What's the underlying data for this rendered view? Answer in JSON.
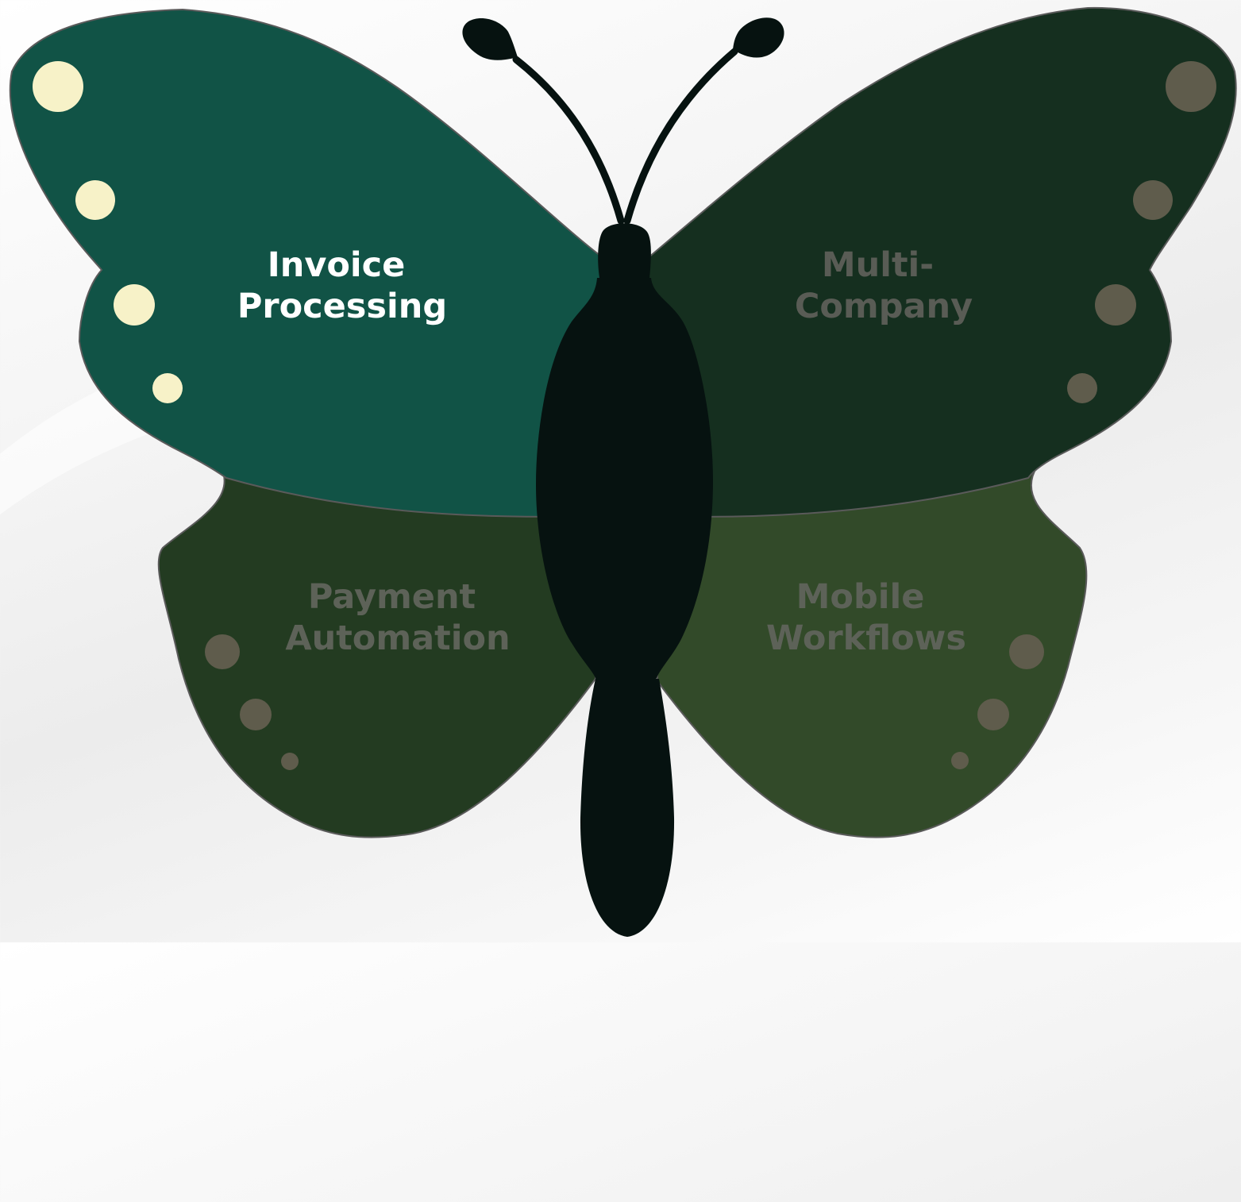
{
  "wings": [
    {
      "id": "invoice-processing",
      "lines": [
        "Invoice",
        "Processing"
      ],
      "active": true,
      "fill": "#115346",
      "text_color": "#ffffff",
      "dot_color": "#f7f2c8"
    },
    {
      "id": "multi-company",
      "lines": [
        "Multi-",
        "Company"
      ],
      "active": false,
      "fill": "#152f1f",
      "text_color": "#595c55",
      "dot_color": "#5f5c4c"
    },
    {
      "id": "payment-automation",
      "lines": [
        "Payment",
        "Automation"
      ],
      "active": false,
      "fill": "#233b21",
      "text_color": "#5d6258",
      "dot_color": "#5f5c4c"
    },
    {
      "id": "mobile-workflows",
      "lines": [
        "Mobile",
        "Workflows"
      ],
      "active": false,
      "fill": "#324a29",
      "text_color": "#5d6258",
      "dot_color": "#5f5c4c"
    }
  ],
  "colors": {
    "body": "#061210",
    "background": "#f2f2f2"
  }
}
